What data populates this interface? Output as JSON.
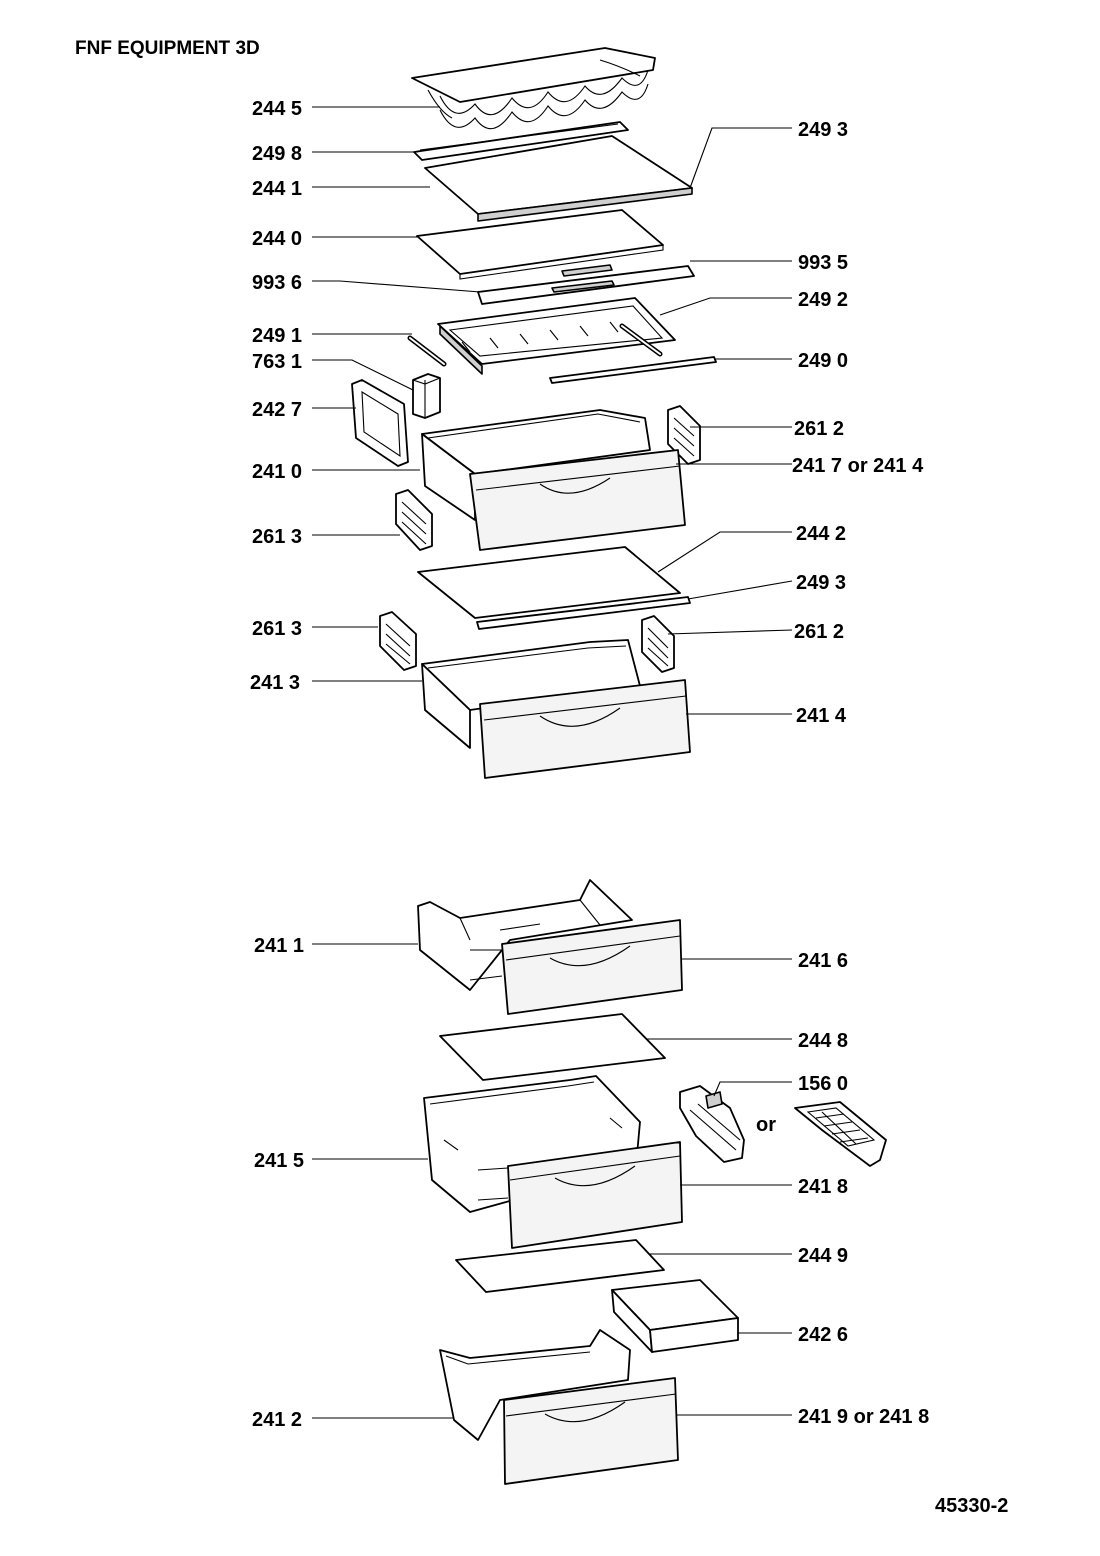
{
  "title": "FNF EQUIPMENT 3D",
  "drawing_number": "45330-2",
  "or_text": "or",
  "callouts": {
    "c2445": "244 5",
    "c2498": "249 8",
    "c2441": "244 1",
    "c2440": "244 0",
    "c9936": "993 6",
    "c2491": "249 1",
    "c7631": "763 1",
    "c2427": "242 7",
    "c2410": "241 0",
    "c2613a": "261 3",
    "c2613b": "261 3",
    "c2413": "241 3",
    "c2493a": "249 3",
    "c9935": "993 5",
    "c2492": "249 2",
    "c2490": "249 0",
    "c2612a": "261 2",
    "c2417": "241 7 or 241 4",
    "c2442": "244 2",
    "c2493b": "249 3",
    "c2612b": "261 2",
    "c2414": "241 4",
    "c2411": "241 1",
    "c2415": "241 5",
    "c2412": "241 2",
    "c2416": "241 6",
    "c2448": "244 8",
    "c1560": "156 0",
    "c2418": "241 8",
    "c2449": "244 9",
    "c2426": "242 6",
    "c2419": "241 9 or 241 8"
  },
  "parts": [
    "bottle-rack",
    "shelf-rail",
    "glass-shelf",
    "glass-shelf-2",
    "shelf-front-trim",
    "drawer-frame",
    "side-rod",
    "front-rod",
    "small-box",
    "side-panel",
    "crisper-drawer",
    "drawer-slide-right",
    "drawer-slide-left",
    "glass-shelf-3",
    "shelf-profile",
    "freezer-drawer",
    "freezer-drawer-upper",
    "glass-plate-1",
    "freezer-drawer-middle",
    "ice-maker",
    "ice-tray",
    "glass-plate-2",
    "small-tray",
    "freezer-drawer-lower"
  ]
}
